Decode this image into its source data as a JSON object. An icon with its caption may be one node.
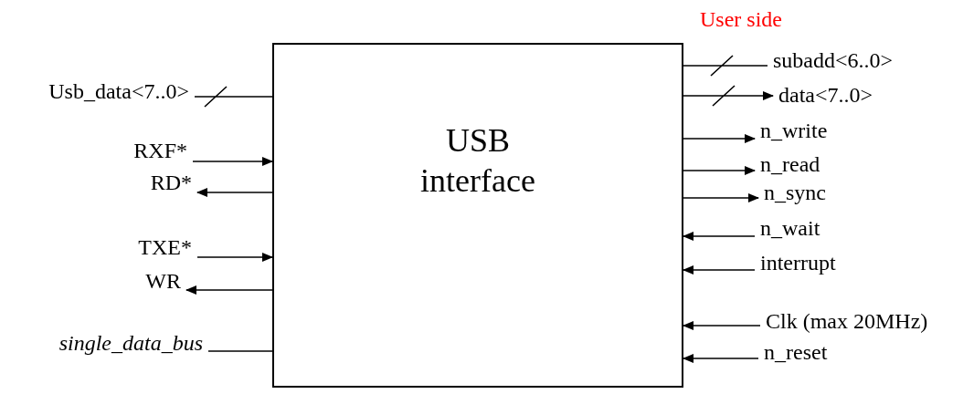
{
  "diagram": {
    "nodes": [
      {
        "text": [
          "USB interface"
        ]
      },
      {
        "text": [
          "Usb_data<7..0>"
        ]
      },
      {
        "text": [
          "RXF*"
        ]
      },
      {
        "text": [
          "RD*"
        ]
      },
      {
        "text": [
          "TXE*"
        ]
      },
      {
        "text": [
          "WR"
        ]
      },
      {
        "text": [
          "single_data_bus"
        ]
      },
      {
        "text": [
          "subadd<6..0>"
        ]
      },
      {
        "text": [
          "data<7..0>"
        ]
      },
      {
        "text": [
          "n_write"
        ]
      },
      {
        "text": [
          "n_read"
        ]
      },
      {
        "text": [
          "n_sync"
        ]
      },
      {
        "text": [
          "n_wait"
        ]
      },
      {
        "text": [
          "interrupt"
        ]
      },
      {
        "text": [
          "Clk (max 20MHz)"
        ]
      },
      {
        "text": [
          "n_reset"
        ]
      }
    ],
    "edges": [
      {
        "from": 1,
        "to": 0,
        "arrow": "none"
      },
      {
        "from": 2,
        "to": 0,
        "arrow": "to"
      },
      {
        "from": 0,
        "to": 3,
        "arrow": "to"
      },
      {
        "from": 4,
        "to": 0,
        "arrow": "to"
      },
      {
        "from": 0,
        "to": 5,
        "arrow": "to"
      },
      {
        "from": 6,
        "to": 0,
        "arrow": "none"
      },
      {
        "from": 0,
        "to": 7,
        "arrow": "none"
      },
      {
        "from": 0,
        "to": 8,
        "arrow": "to"
      },
      {
        "from": 0,
        "to": 9,
        "arrow": "to"
      },
      {
        "from": 0,
        "to": 10,
        "arrow": "to"
      },
      {
        "from": 0,
        "to": 11,
        "arrow": "to"
      },
      {
        "from": 12,
        "to": 0,
        "arrow": "to"
      },
      {
        "from": 13,
        "to": 0,
        "arrow": "to"
      },
      {
        "from": 14,
        "to": 0,
        "arrow": "to"
      },
      {
        "from": 15,
        "to": 0,
        "arrow": "to"
      }
    ],
    "labels": [
      "User side"
    ]
  }
}
